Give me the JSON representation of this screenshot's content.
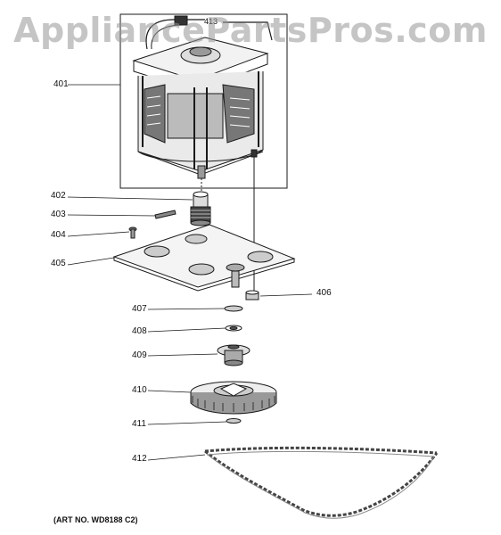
{
  "watermark": "AppliancePartsPros.com",
  "art_number": "(ART NO. WD8188 C2)",
  "callouts": [
    "401",
    "402",
    "403",
    "404",
    "405",
    "406",
    "407",
    "408",
    "409",
    "410",
    "411",
    "412",
    "413"
  ],
  "colors": {
    "line": "#1a1a1a",
    "watermark": "#969696"
  }
}
